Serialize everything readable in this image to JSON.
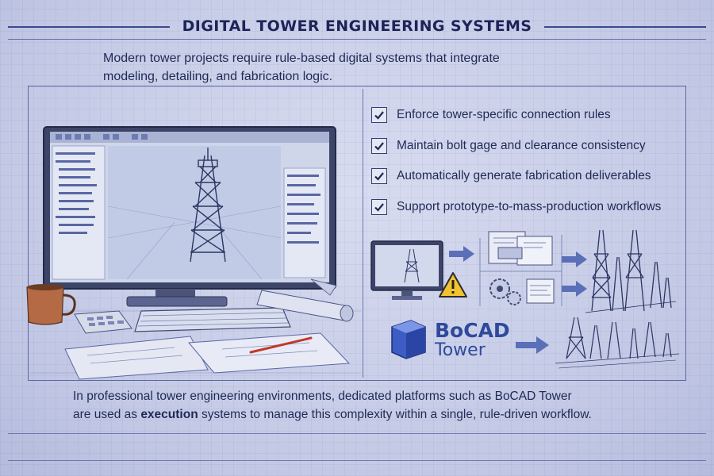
{
  "header": {
    "title": "DIGITAL TOWER ENGINEERING SYSTEMS"
  },
  "intro": {
    "text_line1": "Modern tower projects require rule-based digital systems that integrate",
    "text_line2": "modeling, detailing, and fabrication logic."
  },
  "checklist": [
    {
      "label": "Enforce tower-specific connection rules",
      "checked": true
    },
    {
      "label": "Maintain bolt gage and clearance consistency",
      "checked": true
    },
    {
      "label": "Automatically generate fabrication deliverables",
      "checked": true
    },
    {
      "label": "Support prototype-to-mass-production workflows",
      "checked": true
    }
  ],
  "brand": {
    "name": "BoCAD",
    "product": "Tower",
    "color": "#2f4a9c"
  },
  "workflow": {
    "steps": [
      "monitor-tower-icon",
      "warning-icon",
      "documents-icon",
      "gears-icon",
      "tower-group-icon",
      "tower-field-icon"
    ],
    "arrow_color": "#5b6fb8"
  },
  "footer": {
    "line1_pre": "In professional tower engineering environments, dedicated platforms such as BoCAD Tower",
    "line2_pre": "are used as ",
    "line2_bold": "execution",
    "line2_post": " systems to manage this complexity within a single, rule-driven workflow."
  },
  "colors": {
    "ink": "#1f2a55",
    "line": "#3a4a8c",
    "paper": "#c9cfe8",
    "warning": "#f2c230"
  }
}
